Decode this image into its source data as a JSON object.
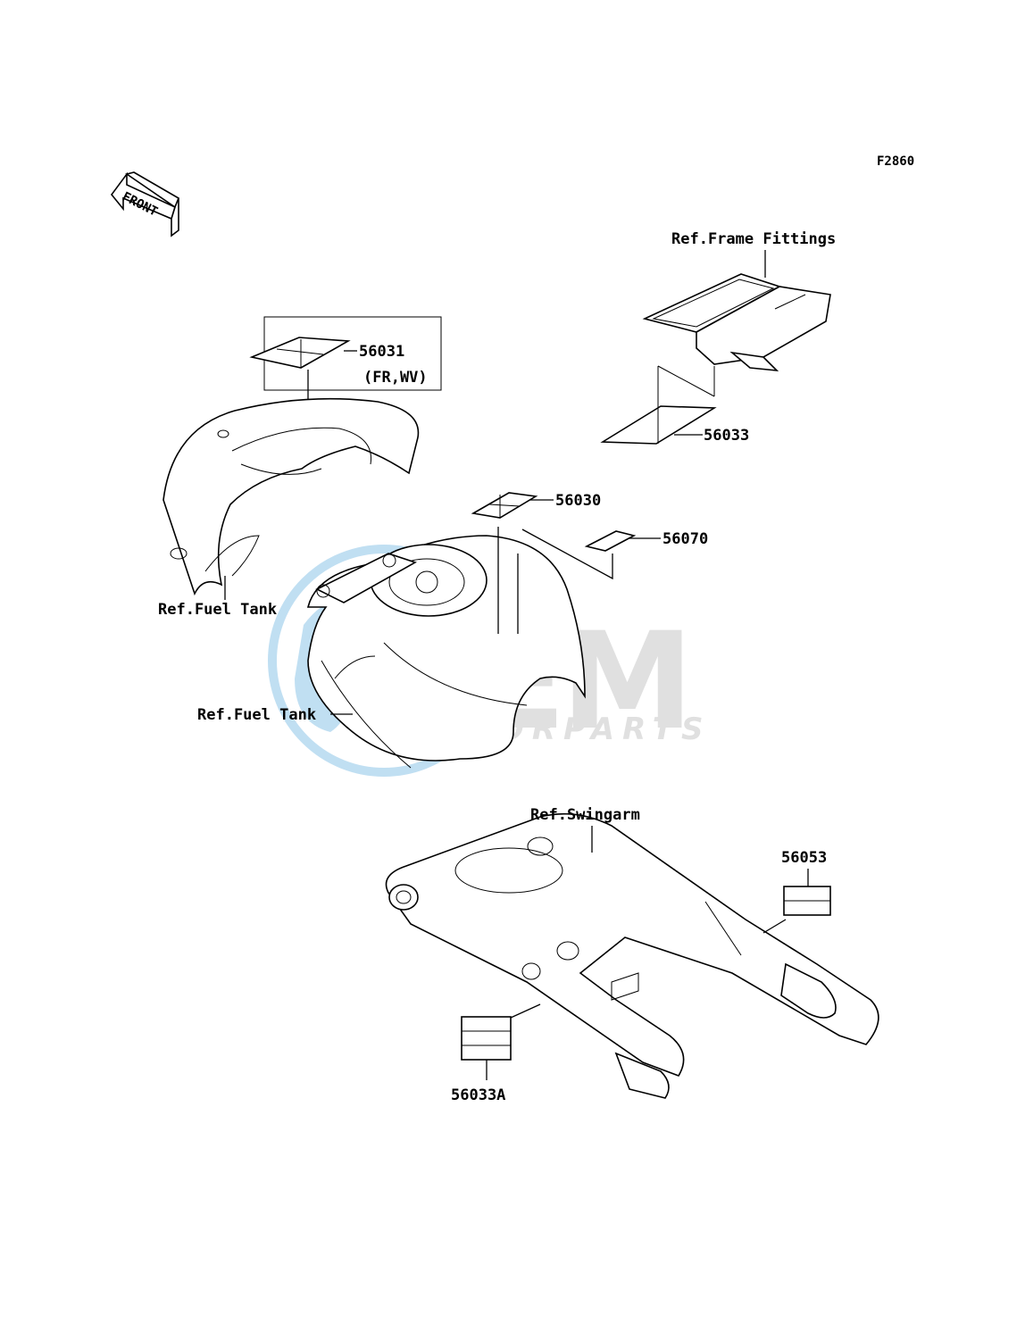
{
  "diagram_code": "F2860",
  "front_indicator": "FRONT",
  "labels": {
    "ref_frame_fittings": "Ref.Frame Fittings",
    "ref_fuel_tank_1": "Ref.Fuel Tank",
    "ref_fuel_tank_2": "Ref.Fuel Tank",
    "ref_swingarm": "Ref.Swingarm"
  },
  "parts": {
    "p56031": "56031",
    "p56031_note": "(FR,WV)",
    "p56033": "56033",
    "p56030": "56030",
    "p56070": "56070",
    "p56053": "56053",
    "p56033A": "56033A"
  },
  "watermark": {
    "brand": "OEM",
    "sub": "MOTORPARTS",
    "color_blue": "#8ec5e8",
    "color_gray": "#c8c8c8"
  }
}
